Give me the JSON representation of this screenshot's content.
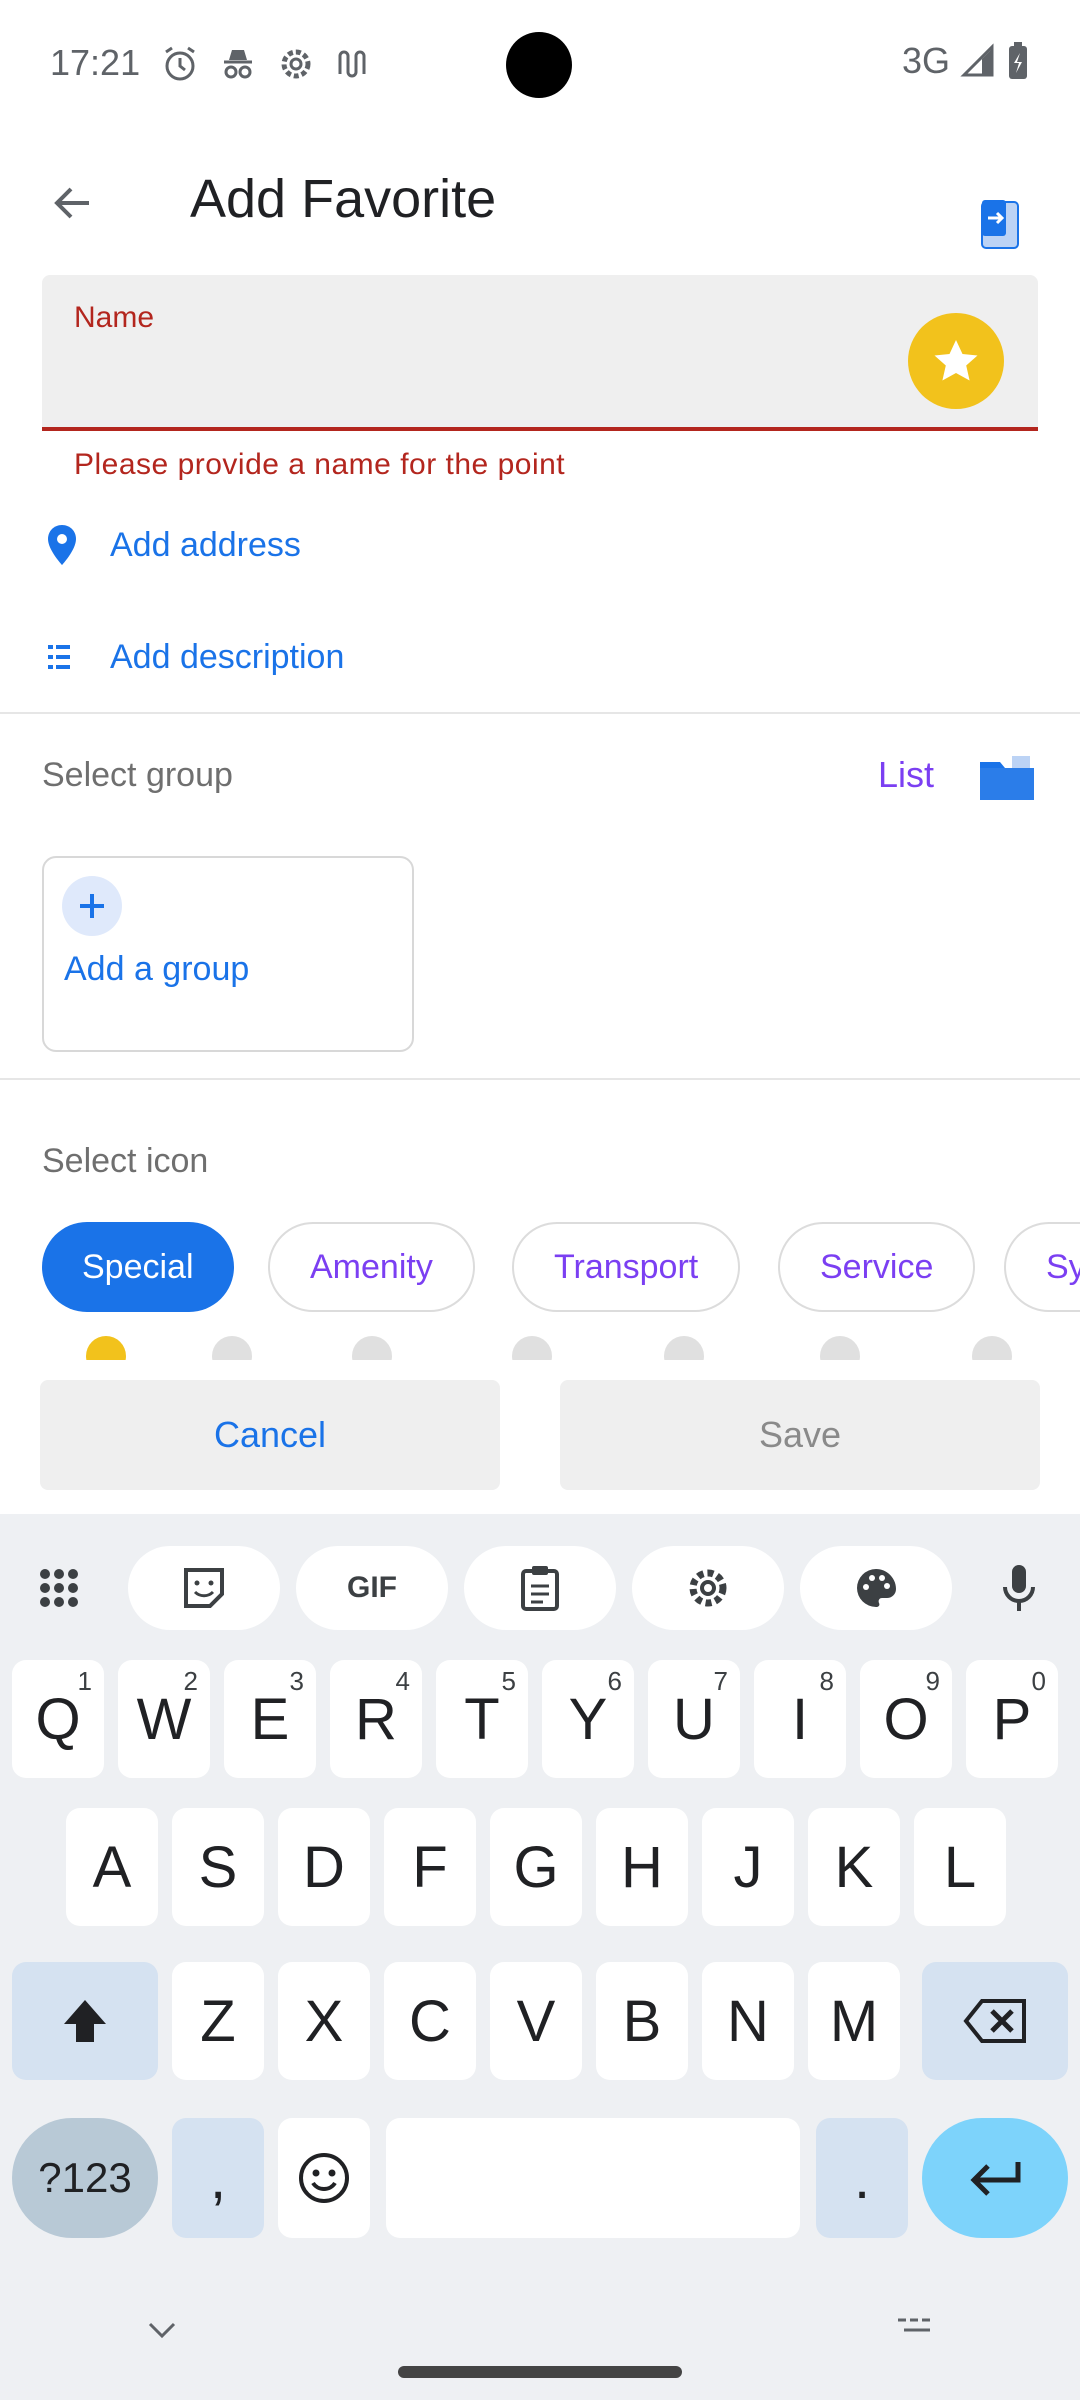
{
  "status_bar": {
    "time": "17:21",
    "network": "3G",
    "icons": [
      "alarm-icon",
      "incognito-icon",
      "settings-icon",
      "signal-icon",
      "battery-icon"
    ]
  },
  "app_bar": {
    "title": "Add Favorite",
    "back_icon": "arrow-back-icon",
    "action_icon": "exit-icon"
  },
  "form": {
    "name": {
      "label": "Name",
      "value": "",
      "error": "Please provide a name for the point",
      "icon": "star-icon",
      "icon_color": "#f2c21c"
    },
    "address": {
      "label": "Add address",
      "icon": "location-pin-icon"
    },
    "description": {
      "label": "Add description",
      "icon": "list-icon"
    }
  },
  "group": {
    "label": "Select group",
    "list_link": "List",
    "folder_icon": "folder-icon",
    "add_group_label": "Add a group"
  },
  "icon_select": {
    "label": "Select icon",
    "chips": [
      {
        "label": "Special",
        "selected": true
      },
      {
        "label": "Amenity",
        "selected": false
      },
      {
        "label": "Transport",
        "selected": false
      },
      {
        "label": "Service",
        "selected": false
      },
      {
        "label": "Sy",
        "selected": false
      }
    ]
  },
  "actions": {
    "cancel": "Cancel",
    "save": "Save"
  },
  "keyboard": {
    "toolbar": [
      "apps-icon",
      "sticker-icon",
      "GIF",
      "clipboard-icon",
      "settings-icon",
      "palette-icon",
      "mic-icon"
    ],
    "row1": [
      {
        "key": "Q",
        "hint": "1"
      },
      {
        "key": "W",
        "hint": "2"
      },
      {
        "key": "E",
        "hint": "3"
      },
      {
        "key": "R",
        "hint": "4"
      },
      {
        "key": "T",
        "hint": "5"
      },
      {
        "key": "Y",
        "hint": "6"
      },
      {
        "key": "U",
        "hint": "7"
      },
      {
        "key": "I",
        "hint": "8"
      },
      {
        "key": "O",
        "hint": "9"
      },
      {
        "key": "P",
        "hint": "0"
      }
    ],
    "row2": [
      "A",
      "S",
      "D",
      "F",
      "G",
      "H",
      "J",
      "K",
      "L"
    ],
    "row3": [
      "Z",
      "X",
      "C",
      "V",
      "B",
      "N",
      "M"
    ],
    "symbols_key": "?123",
    "comma_key": ",",
    "period_key": "."
  },
  "colors": {
    "accent": "#1a73e8",
    "error": "#b3261e",
    "chip_text": "#7b3ff2"
  }
}
